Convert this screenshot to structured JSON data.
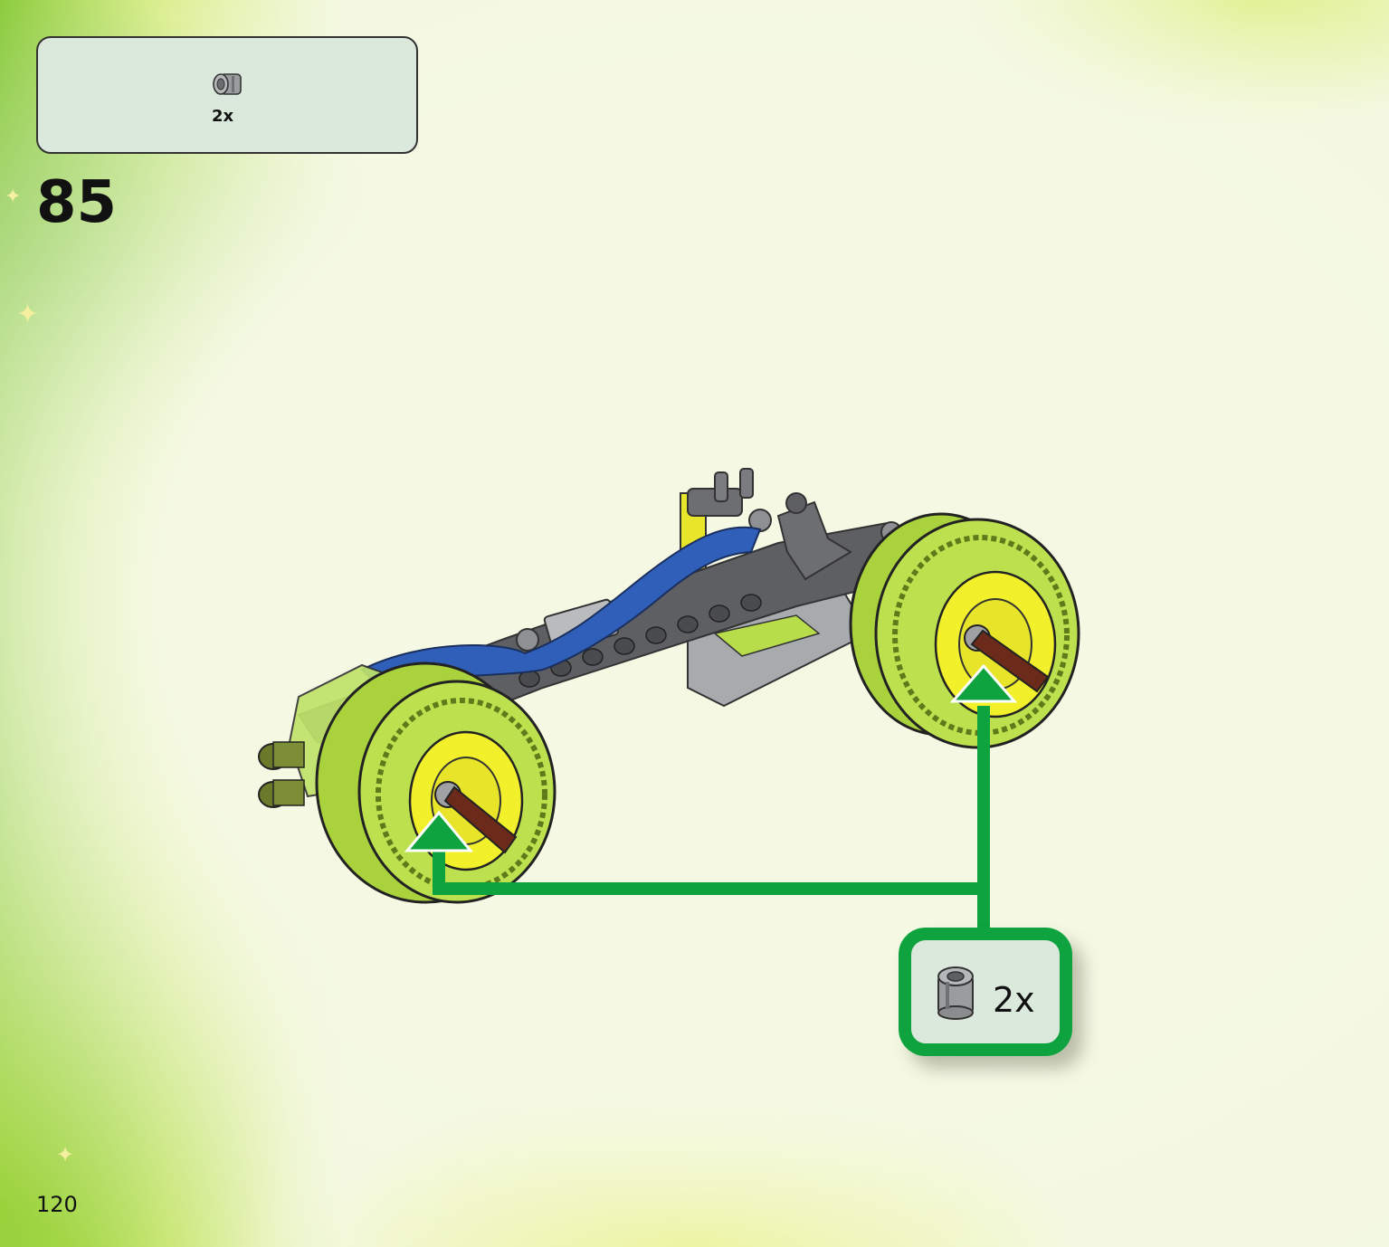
{
  "parts_panel": {
    "quantity": "2x",
    "part_icon": "bushing-icon"
  },
  "step": {
    "number": "85"
  },
  "callout": {
    "quantity": "2x",
    "part_icon": "bushing-icon",
    "arrow_color": "#0ea33f"
  },
  "page": {
    "number": "120"
  },
  "colors": {
    "tire": "#b7dd4a",
    "rim": "#f2f02a",
    "body_blue": "#2f5fb8",
    "frame_gray": "#5e5f63",
    "light_gray": "#a8abad",
    "axle_brown": "#6b2a1a"
  }
}
